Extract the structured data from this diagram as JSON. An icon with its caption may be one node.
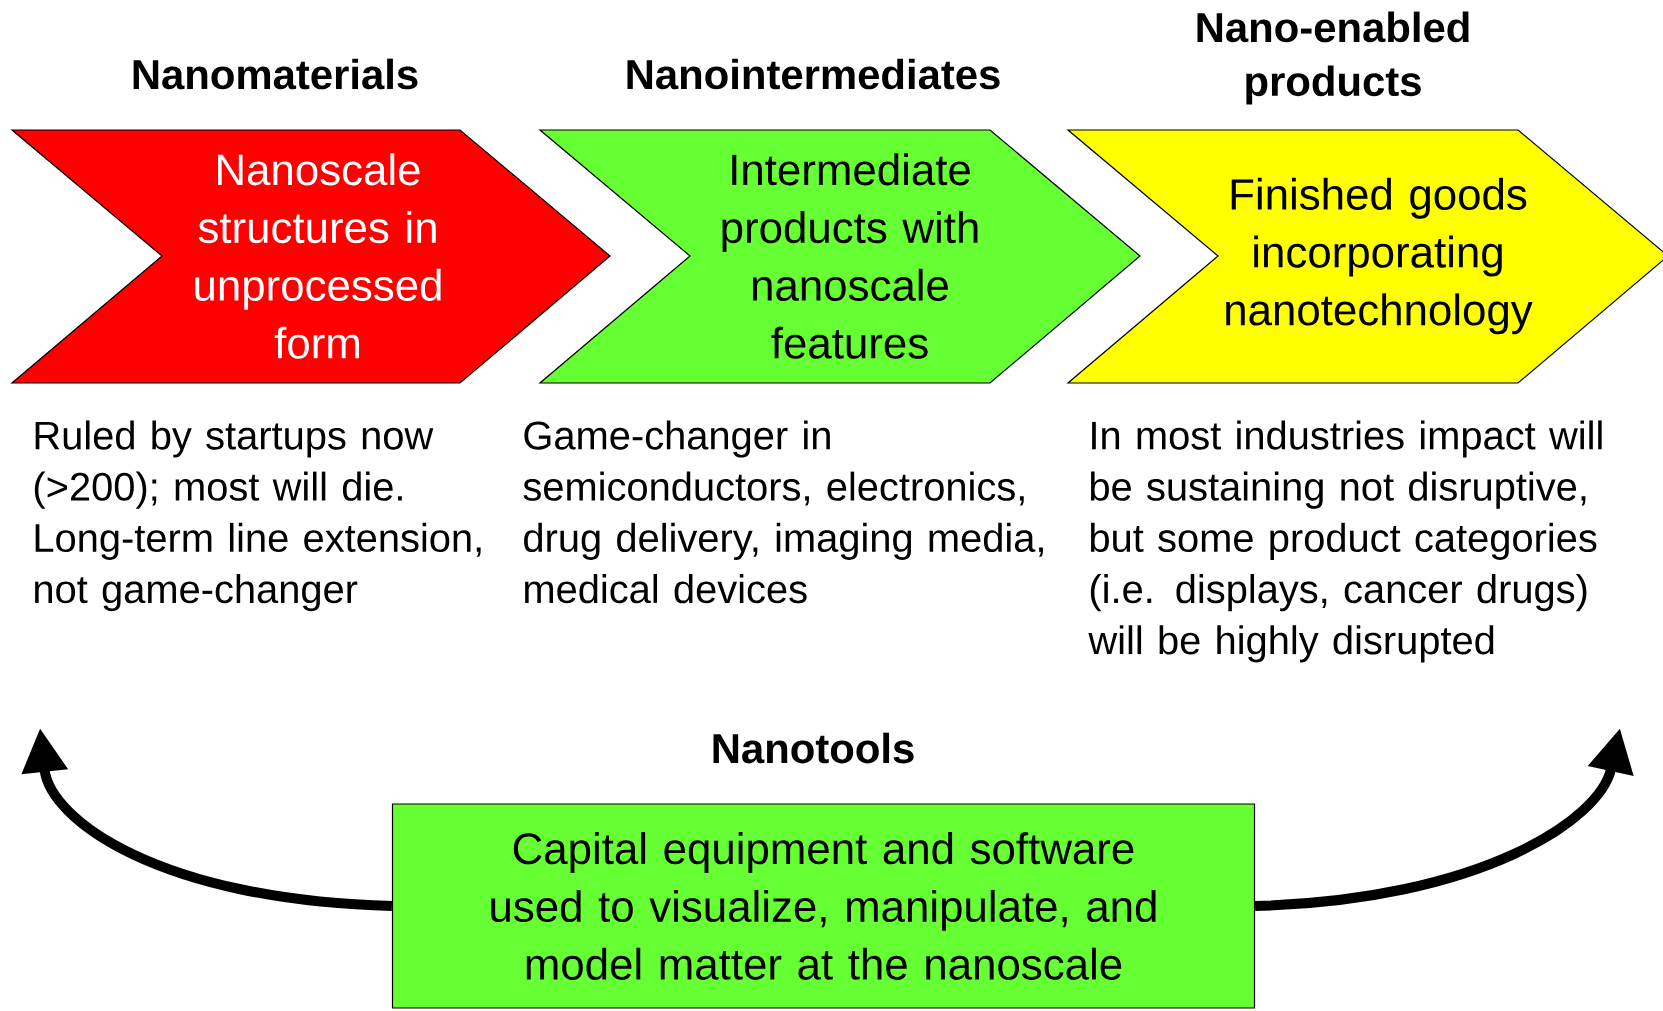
{
  "diagram": {
    "nodes": [
      {
        "text": [
          "Nanomaterials",
          "Nanoscale structures in unprocessed form"
        ],
        "beside": [
          "Ruled by startups now (>200); most will die. Long-term line extension, not game-changer"
        ]
      },
      {
        "text": [
          "Nanointermediates",
          "Intermediate products with nanoscale features"
        ],
        "beside": [
          "Game-changer in semiconductors, electronics, drug delivery, imaging media, medical devices"
        ]
      },
      {
        "text": [
          "Nano-enabled products",
          "Finished goods incorporating nanotechnology"
        ],
        "beside": [
          "In most industries impact will be sustaining not disruptive, but some product categories (i.e. displays, cancer drugs) will be highly disrupted"
        ]
      },
      {
        "text": [
          "Nanotools",
          "Capital equipment and software used to visualize, manipulate, and model matter at the nanoscale"
        ]
      }
    ],
    "edges": [
      {
        "from": 3,
        "to": null,
        "arrow": "to"
      },
      {
        "from": 3,
        "to": null,
        "arrow": "to"
      }
    ]
  }
}
